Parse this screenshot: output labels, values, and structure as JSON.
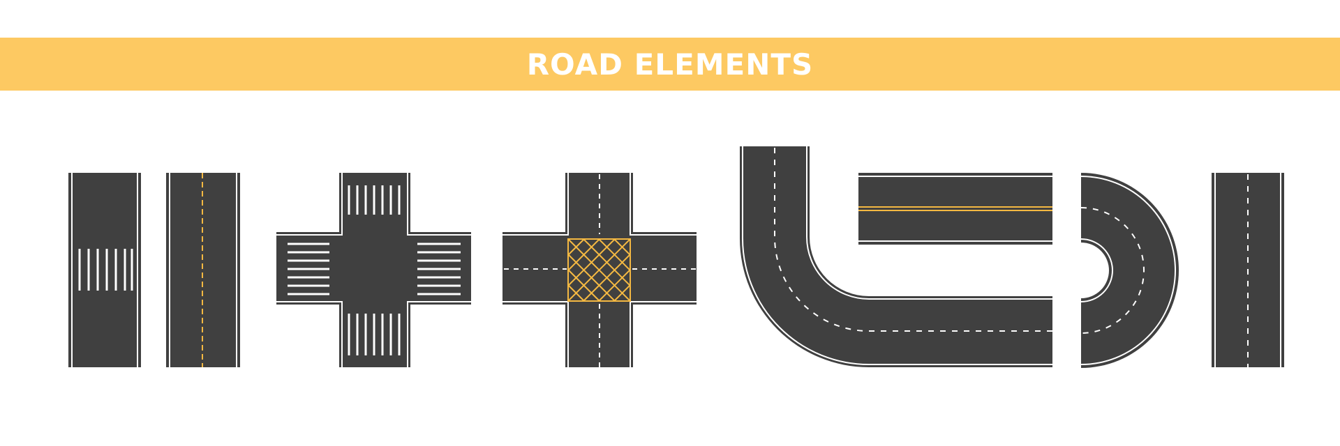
{
  "title": "ROAD ELEMENTS",
  "colors": {
    "banner": "#FDC962",
    "asphalt": "#404040",
    "line_white": "#ffffff",
    "line_yellow": "#F5B942",
    "background": "#ffffff"
  },
  "elements": [
    {
      "name": "straight-road-crosswalk"
    },
    {
      "name": "straight-road-yellow-center-line"
    },
    {
      "name": "intersection-crosswalks"
    },
    {
      "name": "intersection-yellow-box-junction"
    },
    {
      "name": "curved-road-u-turn"
    },
    {
      "name": "straight-road-horizontal-double-yellow"
    },
    {
      "name": "semicircle-roundabout-road"
    },
    {
      "name": "straight-road-dashed-center"
    }
  ]
}
